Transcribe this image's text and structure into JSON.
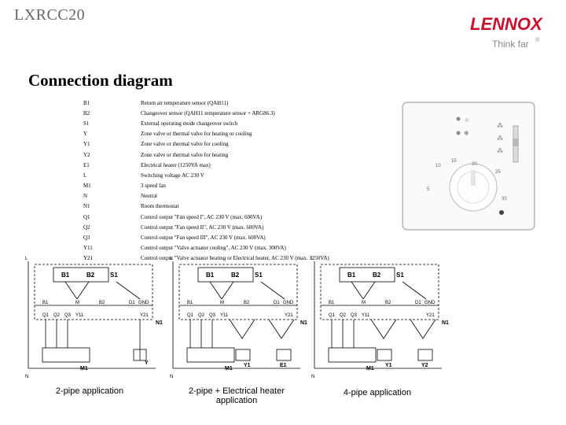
{
  "header": {
    "model": "LXRCC20",
    "brand": "LENNOX",
    "tagline": "Think far",
    "trademark": "®"
  },
  "section_title": "Connection diagram",
  "legend": [
    {
      "code": "B1",
      "desc": "Return air temperature sensor (QAH11)"
    },
    {
      "code": "B2",
      "desc": "Changeover sensor (QAH11 temperature sensor + ARG86.3)"
    },
    {
      "code": "S1",
      "desc": "External operating mode changeover switch"
    },
    {
      "code": "Y",
      "desc": "Zone valve or thermal valve for heating or cooling"
    },
    {
      "code": "Y1",
      "desc": "Zone valve or thermal valve for cooling"
    },
    {
      "code": "Y2",
      "desc": "Zone valve or thermal valve for heating"
    },
    {
      "code": "E1",
      "desc": "Electrical heater (1250VA max)"
    },
    {
      "code": "L",
      "desc": "Switching voltage AC 230 V"
    },
    {
      "code": "M1",
      "desc": "3 speed fan"
    },
    {
      "code": "N",
      "desc": "Neutral"
    },
    {
      "code": "N1",
      "desc": "Room thermostat"
    },
    {
      "code": "Q1",
      "desc": "Control output \"Fan speed I\", AC 230 V (max. 600VA)"
    },
    {
      "code": "Q2",
      "desc": "Control output \"Fan speed II\", AC 230 V (max. 600VA)"
    },
    {
      "code": "Q3",
      "desc": "Control output \"Fan speed III\", AC 230 V (max. 600VA)"
    },
    {
      "code": "Y11",
      "desc": "Control output \"Valve actuator cooling\", AC 230 V (max. 300VA)"
    },
    {
      "code": "Y21",
      "desc": "Control output \"Valve actuator heating or Electrical heater, AC 230 V (max. 1250VA)"
    }
  ],
  "device_labels": {
    "snowflake": "❄",
    "sun": "☼",
    "fan_symbol": "⁂",
    "dial_15": "15",
    "dial_20": "20",
    "dial_25": "25",
    "dial_30": "30",
    "dial_5": "5",
    "dial_10": "10"
  },
  "diagram_labels": {
    "L": "L",
    "N": "N",
    "B1": "B1",
    "B2": "B2",
    "S1": "S1",
    "M": "M",
    "D1": "D1",
    "GND": "GND",
    "Q1": "Q1",
    "Q2": "Q2",
    "Q3": "Q3",
    "Y11": "Y11",
    "Y21": "Y21",
    "N1": "N1",
    "M1": "M1",
    "Y": "Y",
    "Y1": "Y1",
    "Y2": "Y2",
    "E1": "E1"
  },
  "diagrams": [
    {
      "caption": "2-pipe application"
    },
    {
      "caption": "2-pipe + Electrical heater application"
    },
    {
      "caption": "4-pipe application"
    }
  ]
}
